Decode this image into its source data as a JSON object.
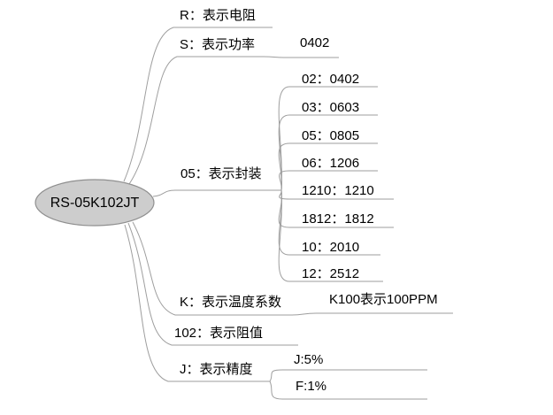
{
  "root": {
    "label": "RS-05K102JT"
  },
  "branches": [
    {
      "label": "R：表示电阻",
      "children": []
    },
    {
      "label": "S：表示功率",
      "children": [
        {
          "label": "0402"
        }
      ]
    },
    {
      "label": "05：表示封装",
      "children": [
        {
          "label": "02：0402"
        },
        {
          "label": "03：0603"
        },
        {
          "label": "05：0805"
        },
        {
          "label": "06：1206"
        },
        {
          "label": "1210：1210"
        },
        {
          "label": "1812：1812"
        },
        {
          "label": "10：2010"
        },
        {
          "label": "12：2512"
        }
      ]
    },
    {
      "label": "K：表示温度系数",
      "children": [
        {
          "label": "K100表示100PPM"
        }
      ]
    },
    {
      "label": "102：表示阻值",
      "children": []
    },
    {
      "label": "J：表示精度",
      "children": [
        {
          "label": "J:5%"
        },
        {
          "label": "F:1%"
        }
      ]
    }
  ],
  "colors": {
    "background": "#ffffff",
    "line": "#9e9e9e",
    "text": "#000000",
    "root_fill": "#cdcdcd",
    "root_stroke": "#8f8f8f"
  }
}
